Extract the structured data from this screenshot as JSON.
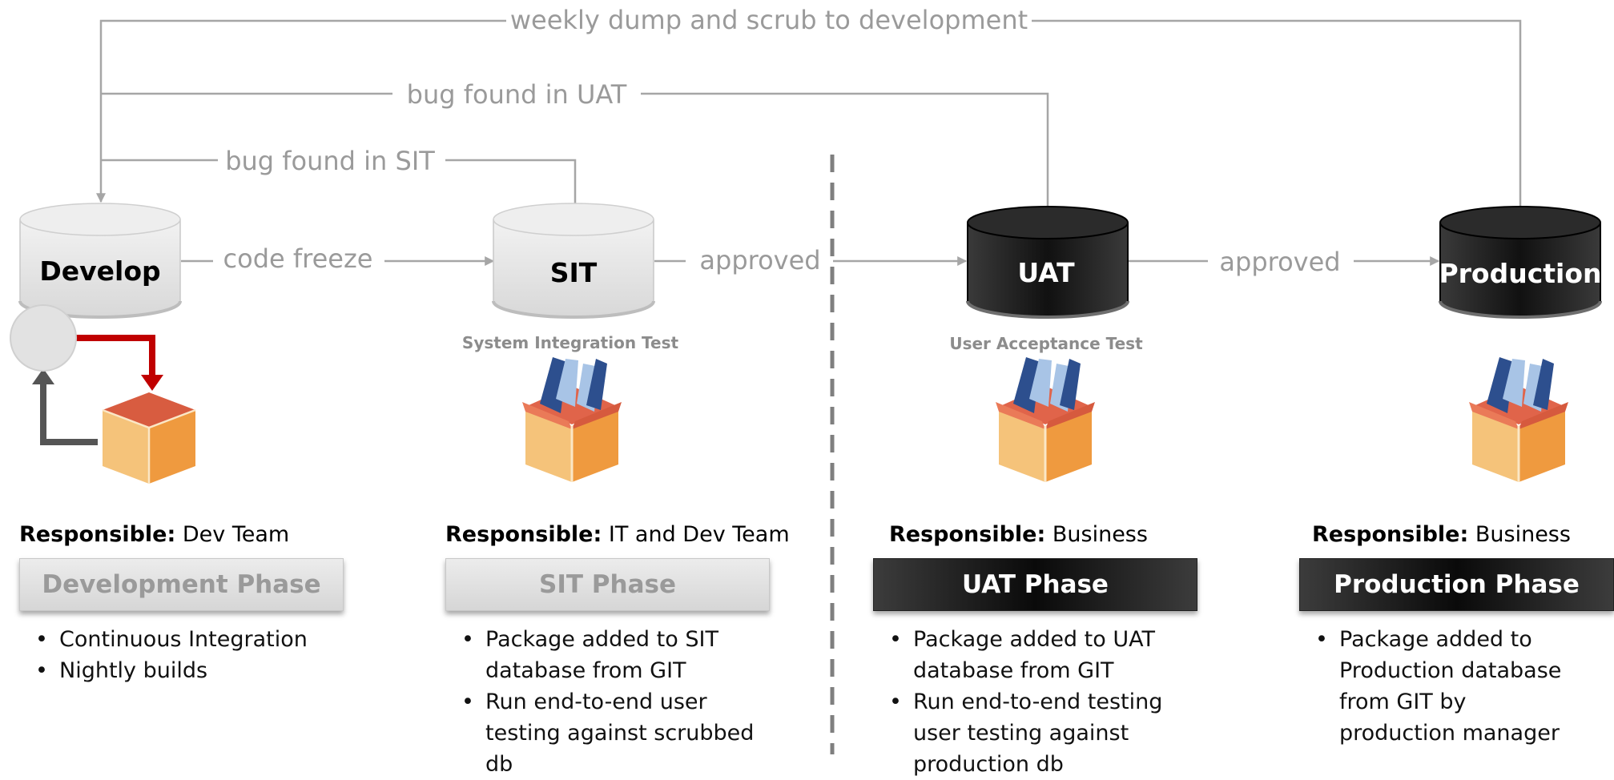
{
  "flows": {
    "weekly_dump": "weekly dump and scrub to development",
    "bug_uat": "bug found in UAT",
    "bug_sit": "bug found in SIT",
    "code_freeze": "code freeze",
    "approved_sit": "approved",
    "approved_uat": "approved"
  },
  "databases": {
    "develop": "Develop",
    "sit": "SIT",
    "uat": "UAT",
    "production": "Production"
  },
  "sublabels": {
    "sit": "System Integration Test",
    "uat": "User Acceptance Test"
  },
  "responsible_prefix": "Responsible:",
  "phases": [
    {
      "responsible": " Dev Team",
      "title": "Development Phase",
      "bullets": [
        "Continuous Integration",
        "Nightly builds"
      ]
    },
    {
      "responsible": " IT and Dev Team",
      "title": "SIT Phase",
      "bullets": [
        "Package added to SIT database from GIT",
        "Run end-to-end user testing against scrubbed db"
      ]
    },
    {
      "responsible": " Business",
      "title": "UAT Phase",
      "bullets": [
        "Package added to UAT database from GIT",
        "Run end-to-end testing user testing against production db"
      ]
    },
    {
      "responsible": " Business",
      "title": "Production Phase",
      "bullets": [
        "Package added to Production database from GIT by production manager"
      ]
    }
  ],
  "colors": {
    "connector": "#a6a6a6",
    "light_db": "#e4e4e4",
    "dark_db": "#262626",
    "red_arrow": "#c00000",
    "gray_arrow": "#555555"
  }
}
